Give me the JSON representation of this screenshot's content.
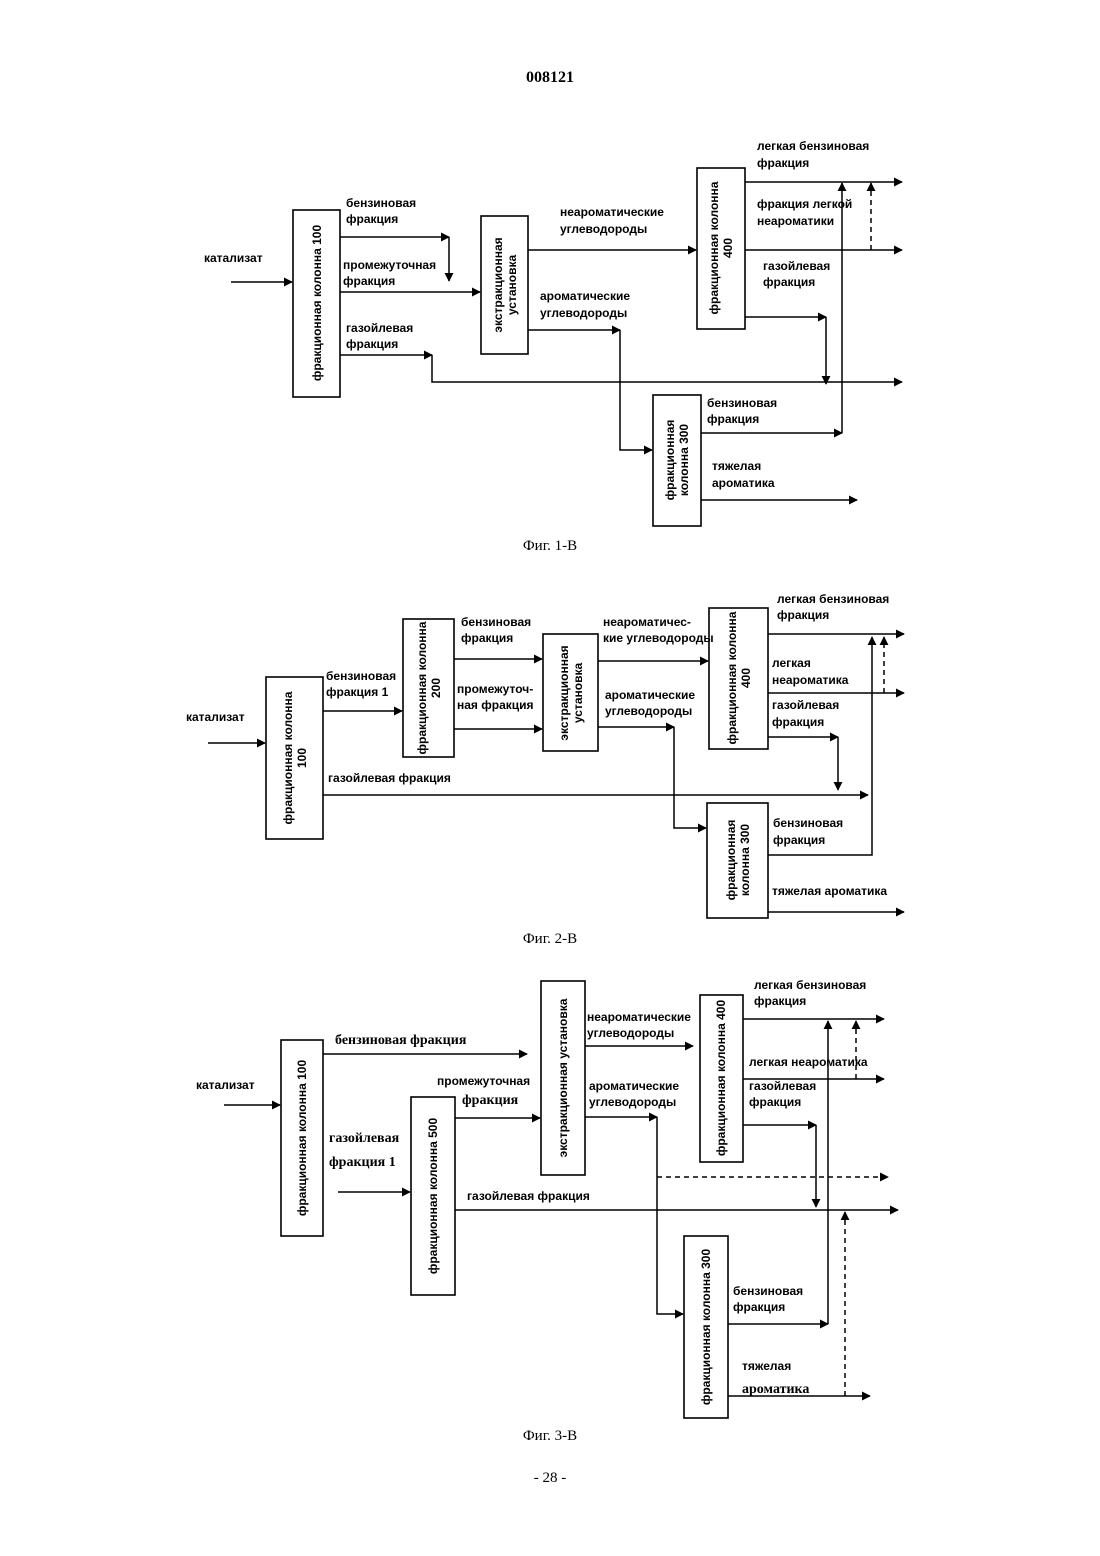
{
  "header": {
    "doc_number": "008121",
    "page_number": "- 28 -"
  },
  "fig1": {
    "caption": "Фиг. 1-В",
    "catalyzate": "катализат",
    "col100": "фракционная колонна 100",
    "extraction": [
      "экстракционная",
      "установка"
    ],
    "col400": [
      "фракционная колонна",
      "400"
    ],
    "col300": [
      "фракционная",
      "колонна 300"
    ],
    "gasoline": [
      "бензиновая",
      "фракция"
    ],
    "intermediate": [
      "промежуточная",
      "фракция"
    ],
    "gasoil": [
      "газойлевая",
      "фракция"
    ],
    "nonaromatic": [
      "неароматические",
      "углеводороды"
    ],
    "aromatic": [
      "ароматические",
      "углеводороды"
    ],
    "light_gasoline": [
      "легкая бензиновая",
      "фракция"
    ],
    "light_nonaromatic": [
      "фракция легкой",
      "неароматики"
    ],
    "gasoil400": [
      "газойлевая",
      "фракция"
    ],
    "gasoline300": [
      "бензиновая",
      "фракция"
    ],
    "heavy_aromatic": [
      "тяжелая",
      "ароматика"
    ]
  },
  "fig2": {
    "caption": "Фиг. 2-В",
    "catalyzate": "катализат",
    "col100": [
      "фракционная колонна",
      "100"
    ],
    "col200": [
      "фракционная колонна",
      "200"
    ],
    "extraction": [
      "экстракционная",
      "установка"
    ],
    "col400": [
      "фракционная колонна",
      "400"
    ],
    "col300": [
      "фракционная",
      "колонна 300"
    ],
    "gasoline1": [
      "бензиновая",
      "фракция 1"
    ],
    "gasoline": [
      "бензиновая",
      "фракция"
    ],
    "intermediate": [
      "промежуточ-",
      "ная фракция"
    ],
    "gasoil": "газойлевая фракция",
    "nonaromatic": [
      "неароматичес-",
      "кие углеводороды"
    ],
    "aromatic": [
      "ароматические",
      "углеводороды"
    ],
    "light_gasoline": [
      "легкая бензиновая",
      "фракция"
    ],
    "light_nonaromatic": [
      "легкая",
      "неароматика"
    ],
    "gasoil400": [
      "газойлевая",
      "фракция"
    ],
    "gasoline300": [
      "бензиновая",
      "фракция"
    ],
    "heavy_aromatic": "тяжелая ароматика"
  },
  "fig3": {
    "caption": "Фиг. 3-В",
    "catalyzate": "катализат",
    "col100": "фракционная колонна 100",
    "col500": "фракционная колонна 500",
    "extraction": "экстракционная установка",
    "col400": "фракционная колонна 400",
    "col300": "фракционная колонна 300",
    "gasoline": "бензиновая фракция",
    "gasoil1": [
      "газойлевая",
      "фракция 1"
    ],
    "intermediate": [
      "промежуточная",
      "фракция"
    ],
    "gasoil": "газойлевая фракция",
    "nonaromatic": [
      "неароматические",
      "углеводороды"
    ],
    "aromatic": [
      "ароматические",
      "углеводороды"
    ],
    "light_gasoline": [
      "легкая бензиновая",
      "фракция"
    ],
    "light_nonaromatic": "легкая неароматика",
    "gasoil400": [
      "газойлевая",
      "фракция"
    ],
    "gasoline300": [
      "бензиновая",
      "фракция"
    ],
    "heavy_aromatic": [
      "тяжелая",
      "ароматика"
    ]
  }
}
